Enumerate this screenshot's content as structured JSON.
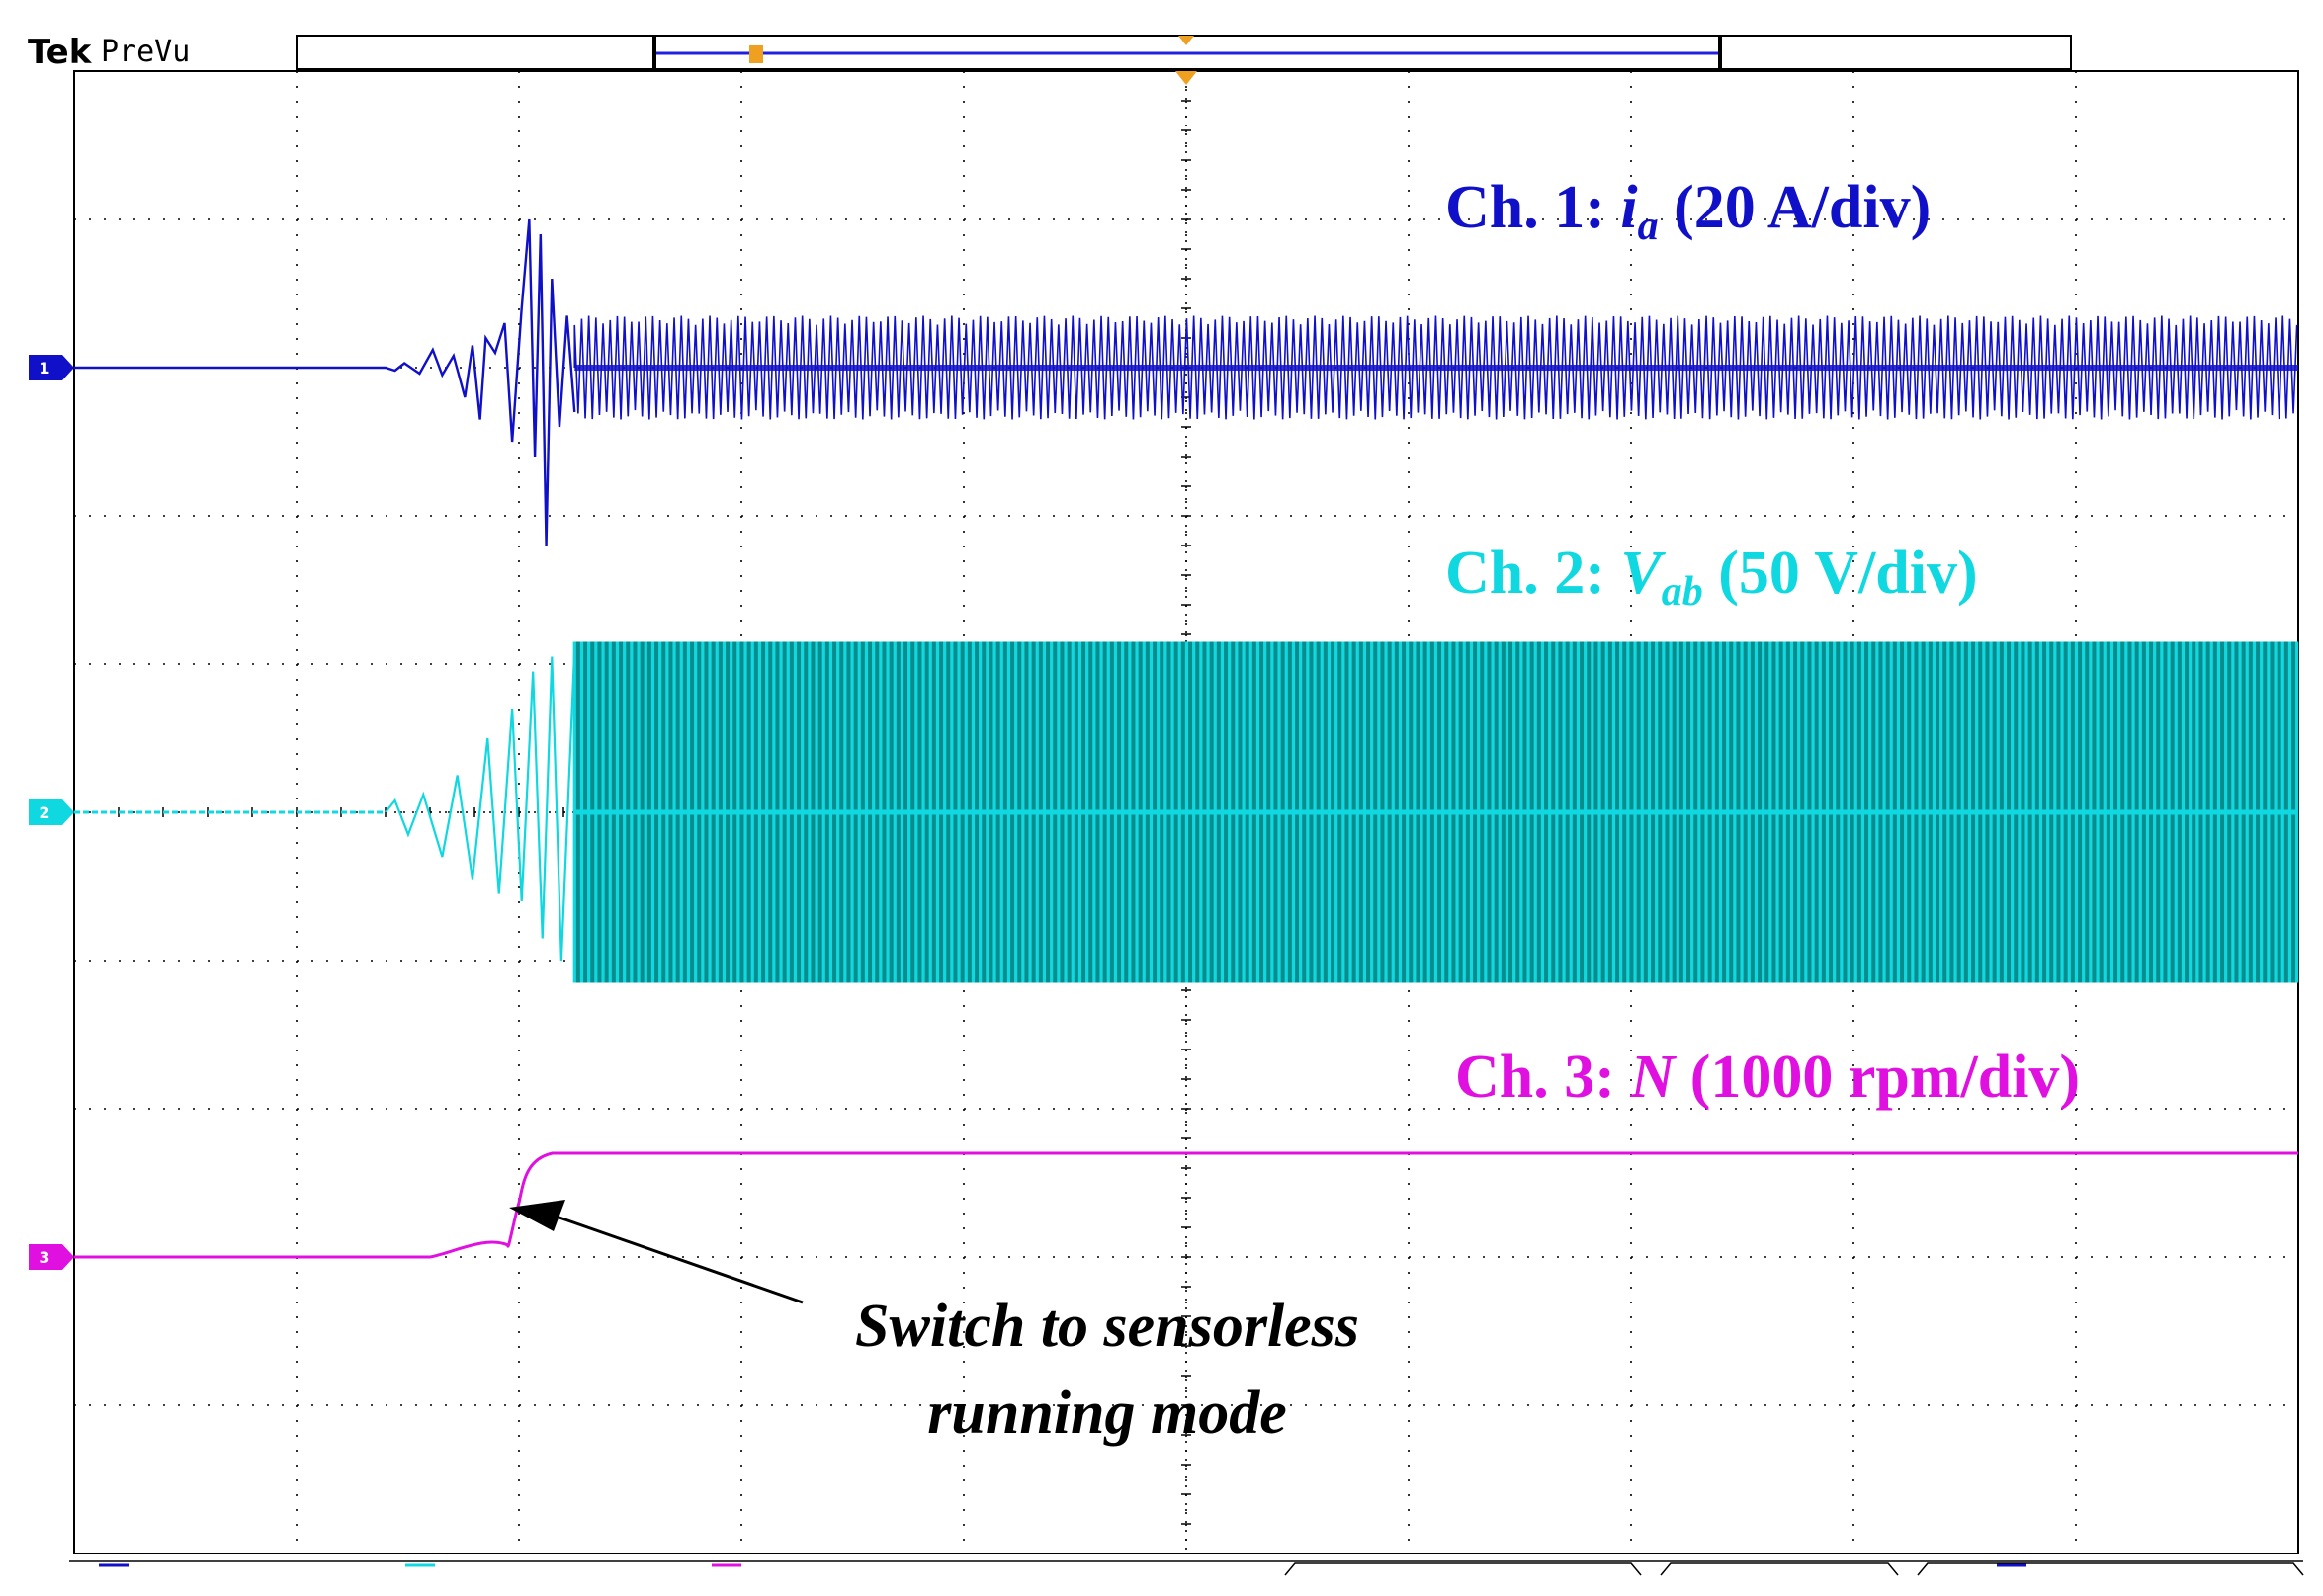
{
  "header": {
    "brand": "Tek",
    "mode": "PreVu"
  },
  "colors": {
    "ch1": "#1010c8",
    "ch2": "#10d8e0",
    "ch2_dark": "#0a8c8c",
    "ch3": "#e010e0",
    "grid": "#000000",
    "trigger": "#f0a020",
    "record_bar": "#2020e0"
  },
  "chart_data": {
    "type": "line",
    "title": "",
    "xlabel": "",
    "ylabel": "",
    "grid": true,
    "grid_divisions": {
      "x": 10,
      "y": 10
    },
    "channels": [
      {
        "id": 1,
        "marker": "1",
        "label_prefix": "Ch. 1: ",
        "symbol": "i",
        "subscript": "a",
        "scale_text": " (20 A/div)",
        "scale_value": 20,
        "scale_unit": "A/div",
        "ground_div": 2.0,
        "pre_switch_value": 0,
        "steady_peak_div": 0.35,
        "max_excursion_div": [
          1.0,
          -1.2
        ]
      },
      {
        "id": 2,
        "marker": "2",
        "label_prefix": "Ch. 2: ",
        "symbol": "V",
        "subscript": "ab",
        "scale_text": " (50 V/div)",
        "scale_value": 50,
        "scale_unit": "V/div",
        "ground_div": 5.0,
        "pre_switch_value": 0,
        "steady_peak_div": 1.15
      },
      {
        "id": 3,
        "marker": "3",
        "label_prefix": "Ch. 3: ",
        "symbol": "N",
        "subscript": "",
        "scale_text": " (1000 rpm/div)",
        "scale_value": 1000,
        "scale_unit": "rpm/div",
        "ground_div": 8.0,
        "pre_switch_value": 0,
        "steady_value_div": 0.7,
        "steady_value_rpm": 700
      }
    ],
    "switch_time_div": 2.0,
    "annotation": {
      "line1": "Switch to sensorless",
      "line2": "running mode"
    }
  }
}
